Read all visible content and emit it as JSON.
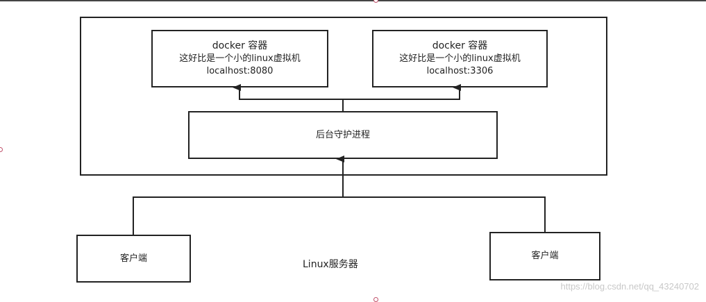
{
  "diagram": {
    "server": {
      "label": "Linux服务器"
    },
    "containers": [
      {
        "title": "docker 容器",
        "description": "这好比是一个小的linux虚拟机",
        "address": "localhost:8080"
      },
      {
        "title": "docker 容器",
        "description": "这好比是一个小的linux虚拟机",
        "address": "localhost:3306"
      }
    ],
    "daemon": {
      "label": "后台守护进程"
    },
    "clients": [
      {
        "label": "客户端"
      },
      {
        "label": "客户端"
      }
    ],
    "watermark": "https://blog.csdn.net/qq_43240702",
    "colors": {
      "stroke": "#222222",
      "background": "#ffffff",
      "watermark": "#c8c8c8",
      "handle": "#c0506a"
    }
  }
}
